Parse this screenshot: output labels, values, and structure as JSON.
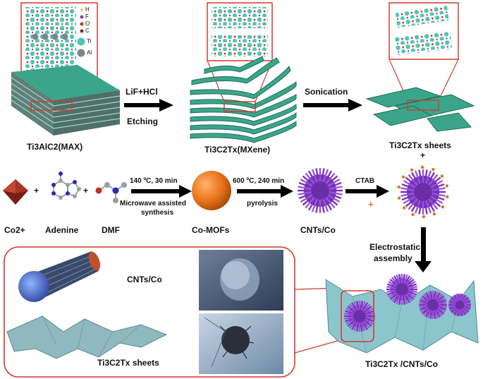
{
  "labels": {
    "max": "Ti3AlC2(MAX)",
    "mxene": "Ti3C2Tx(MXene)",
    "sheets_top": "Ti3C2Tx sheets",
    "plus_top": "+",
    "etch_reagent": "LiF+HCl",
    "etch_step": "Etching",
    "sonication": "Sonication",
    "co": "Co2+",
    "adenine": "Adenine",
    "dmf": "DMF",
    "plus1": "+",
    "plus2": "+",
    "cond1": "140 ºC, 30 min",
    "microwave1": "Microwave assisted",
    "microwave2": "synthesis",
    "comofs": "Co-MOFs",
    "cond2": "600 ºC, 240 min",
    "pyrolysis": "pyrolysis",
    "cntsco": "CNTs/Co",
    "ctab": "CTAB",
    "electro1": "Electrostatic",
    "electro2": "assembly",
    "inset_cnts": "CNTs/Co",
    "inset_sheets": "Ti3C2Tx sheets",
    "composite": "Ti3C2Tx /CNTs/Co"
  },
  "legend": {
    "H": "H",
    "F": "F",
    "O": "O",
    "C": "C",
    "Ti": "Ti",
    "Al": "Al"
  },
  "colors": {
    "teal": "#3aa58a",
    "teal_dark": "#1f6e5b",
    "gray_layer": "#8a9aa0",
    "orange": "#e8731a",
    "purple": "#8b3fc8",
    "red_frame": "#d33a2c",
    "arrow": "#000000"
  }
}
